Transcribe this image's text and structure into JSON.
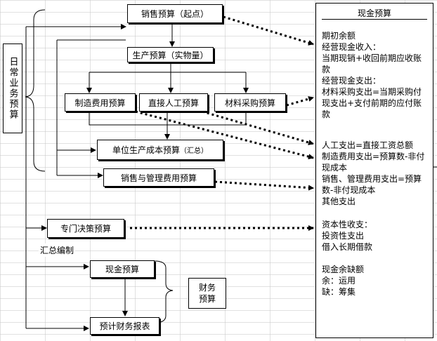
{
  "left_label": "日常业务预算",
  "boxes": {
    "sales": {
      "main": "销售预算",
      "sub": "（起点）"
    },
    "production": "生产预算（实物量）",
    "overhead": "制造费用预算",
    "labor": "直接人工预算",
    "materials": "材料采购预算",
    "unit_cost": {
      "main": "单位生产成本预算",
      "sub": "（汇总）"
    },
    "sga": "销售与管理费用预算",
    "special": "专门决策预算",
    "summary_label": "汇总编制",
    "cash_budget": "现金预算",
    "forecast_fs": "预计财务报表",
    "financial_label": "财务预算"
  },
  "cash_panel": {
    "title": "现金预算",
    "sections": [
      [
        "期初余额",
        "经营现金收入：",
        "当期现销+收回前期应收账款",
        "经营现金支出：",
        "材料采购支出=当期采购付现支出+支付前期的应付账款"
      ],
      [
        "人工支出=直接工资总额",
        "制造费用支出=预算数-非付现成本",
        "销售、管理费用支出=预算数-非付现成本",
        "其他支出"
      ],
      [
        "资本性收支：",
        "投资性支出",
        "借入长期借款"
      ],
      [
        "现金余缺额",
        "余：运用",
        "缺：筹集"
      ]
    ]
  }
}
